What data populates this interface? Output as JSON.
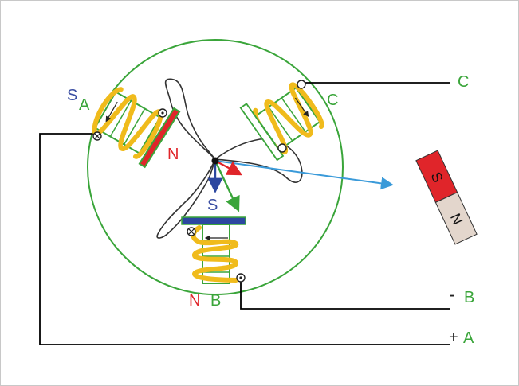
{
  "colors": {
    "stator": "#3aa53a",
    "coil": "#f0bb1c",
    "pole_red": "#e0252a",
    "pole_blue": "#2c47a0",
    "field_arrow": "#3a9ad9",
    "wire": "#000000"
  },
  "labels": {
    "coil_a": "A",
    "coil_a_pole": "S",
    "coil_a_plate_pole": "N",
    "coil_b": "B",
    "coil_b_pole": "N",
    "coil_c": "C",
    "terminal_c": "C",
    "terminal_b_sign": "-",
    "terminal_b": "B",
    "terminal_a_sign": "+",
    "terminal_a": "A",
    "rotor_pole": "S",
    "magnet_s": "S",
    "magnet_n": "N"
  },
  "icons": [
    "current-out-dot-icon",
    "current-in-cross-icon",
    "terminal-circle-icon",
    "arrow-icon"
  ]
}
